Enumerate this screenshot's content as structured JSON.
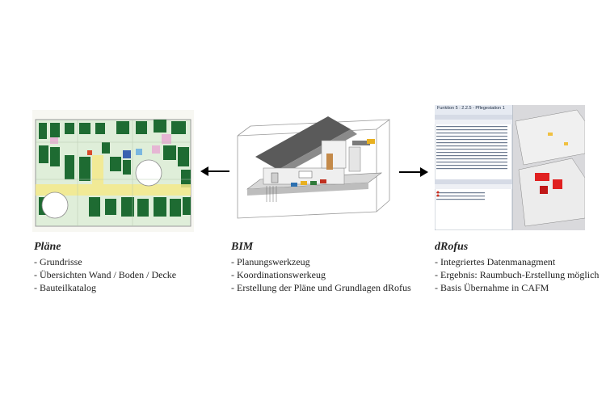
{
  "sections": {
    "plaene": {
      "title": "Pläne",
      "items": [
        "- Grundrisse",
        "- Übersichten Wand / Boden / Decke",
        "- Bauteilkatalog"
      ]
    },
    "bim": {
      "title": "BIM",
      "items": [
        "- Planungswerkzeug",
        "- Koordinationswerkeug",
        "- Erstellung der Pläne und Grundlagen dRofus"
      ]
    },
    "drofus": {
      "title": "dRofus",
      "items": [
        "- Integriertes Datenmanagment",
        "- Ergebnis: Raumbuch-Erstellung möglich",
        "- Basis Übernahme in CAFM"
      ]
    }
  },
  "drofus_window": {
    "title": "Funktion 5 : 2.2.5 - Pflegestation 1"
  },
  "colors": {
    "plan_green": "#1e6b32",
    "plan_light": "#dfeed9",
    "plan_yellow": "#f4e98a",
    "highlight_red": "#e02020",
    "roof_gray": "#555555"
  }
}
